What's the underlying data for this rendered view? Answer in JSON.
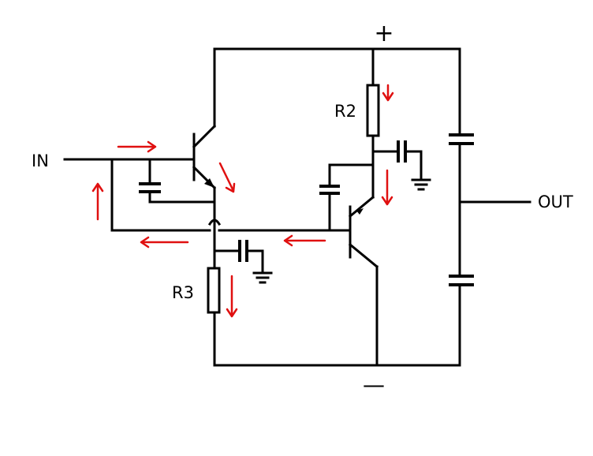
{
  "labels": {
    "input": "IN",
    "output": "OUT",
    "r2": "R2",
    "r3": "R3",
    "plus": "+",
    "minus": "—"
  },
  "colors": {
    "wire": "#000000",
    "current_arrow": "#e01010",
    "background": "#ffffff"
  }
}
